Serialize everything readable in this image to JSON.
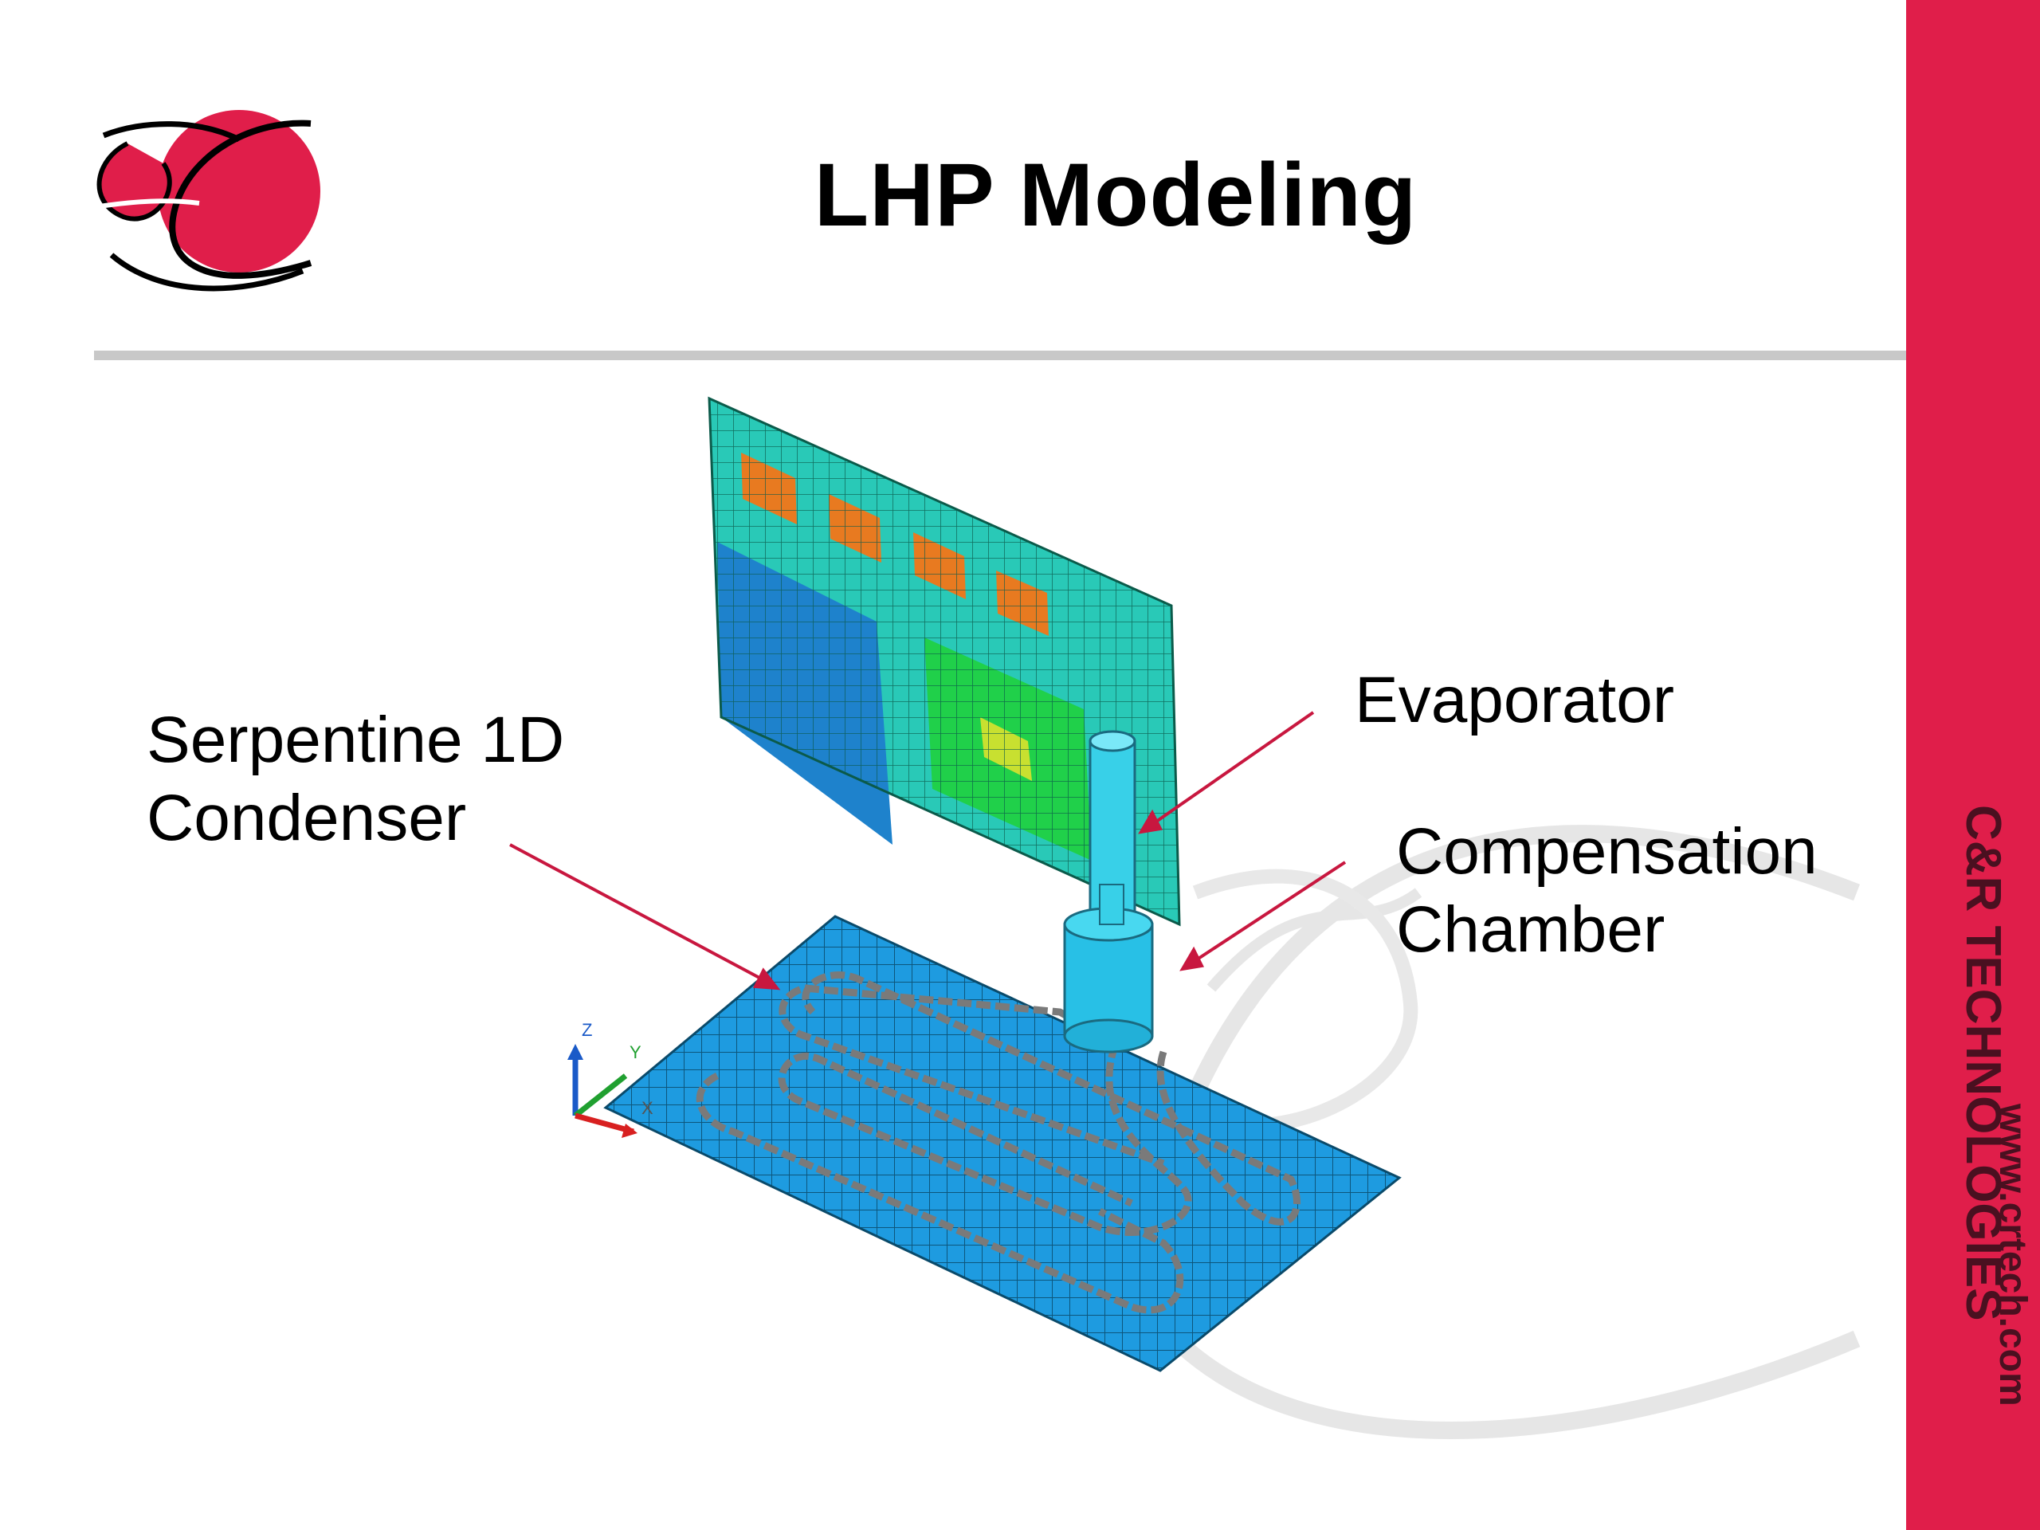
{
  "slide": {
    "title": "LHP Modeling"
  },
  "labels": {
    "condenser_line1": "Serpentine 1D",
    "condenser_line2": "Condenser",
    "evaporator": "Evaporator",
    "compensation_line1": "Compensation",
    "compensation_line2": "Chamber"
  },
  "sidebar": {
    "company": "C&R TECHNOLOGIES",
    "website": "www.crtech.com"
  },
  "axes_triad": {
    "z": "Z",
    "y": "Y",
    "x": "X"
  },
  "colors": {
    "brand_red": "#e01e4a",
    "arrow": "#c8173f",
    "plate_blue": "#1e9be0",
    "panel_green": "#22c83a"
  }
}
